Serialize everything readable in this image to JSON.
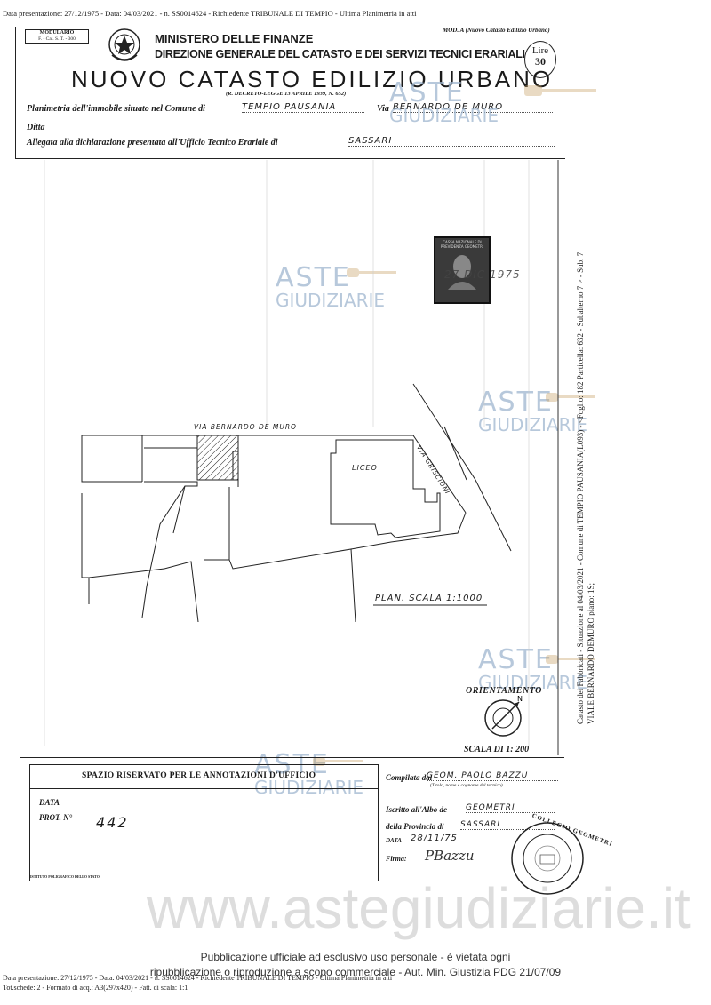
{
  "header_line": "Data presentazione: 27/12/1975 - Data: 04/03/2021 -  n. SS0014624 - Richiedente TRIBUNALE DI TEMPIO - Ultima Planimetria in atti",
  "modulario": {
    "line1": "MODULARIO",
    "line2": "F. - Cat. S. T. - 300"
  },
  "mod_a": "MOD. A (Nuovo Catasto Edilizio Urbano)",
  "ministry": "MINISTERO DELLE FINANZE",
  "direction": "DIREZIONE GENERALE DEL CATASTO E DEI SERVIZI TECNICI ERARIALI",
  "title": "NUOVO CATASTO EDILIZIO URBANO",
  "decree": "(R. DECRETO-LEGGE 13 APRILE 1939, N. 652)",
  "price": {
    "label": "Lire",
    "value": "30"
  },
  "fields": {
    "planimetria_label": "Planimetria dell'immobile situato nel Comune di",
    "comune": "TEMPIO PAUSANIA",
    "via_label": "Via",
    "via": "BERNARDO DE MURO",
    "ditta_label": "Ditta",
    "allegata_label": "Allegata alla dichiarazione presentata all'Ufficio Tecnico Erariale di",
    "ufficio": "SASSARI"
  },
  "watermark": {
    "line1": "ASTE",
    "line2": "GIUDIZIARIE"
  },
  "stamp": {
    "text": "CASSA NAZIONALE DI PREVIDENZA GEOMETRI",
    "date": "27 DIC 1975"
  },
  "side_text": {
    "line1": "Catasto dei Fabbricati - Situazione al 04/03/2021 - Comune di TEMPIO PAUSANIA(L093) - <Foglio: 182 Particella: 632 - Subalterno 7 > - Sub. 7",
    "line2": "VIALE BERNARDO DEMURO piano: 1S;"
  },
  "map": {
    "street_top": "VIA BERNARDO DE MURO",
    "street_diag": "VIA GRISCIONI",
    "liceo": "LICEO",
    "scale_plan": "PLAN. SCALA 1:1000"
  },
  "orientamento": "ORIENTAMENTO",
  "scala": "SCALA DI 1: 200",
  "ufficio_box": {
    "title": "SPAZIO RISERVATO PER LE ANNOTAZIONI D'UFFICIO",
    "data_label": "DATA",
    "prot_label": "PROT. N°",
    "prot_value": "442",
    "printer": "ISTITUTO POLIGRAFICO DELLO STATO"
  },
  "compilata": {
    "label": "Compilata dal",
    "value": "GEOM. PAOLO BAZZU",
    "note": "(Titolo, nome e cognome del tecnico)",
    "albo_label": "Iscritto all'Albo de",
    "albo_value": "GEOMETRI",
    "provincia_label": "della Provincia di",
    "provincia_value": "SASSARI",
    "data_label": "DATA",
    "data_value": "28/11/75",
    "firma_label": "Firma:",
    "firma_value": "PBazzu"
  },
  "seal_text": "COLLEGIO GEOMETRI",
  "big_watermark": "www.astegiudiziarie.it",
  "publication": {
    "line1": "Pubblicazione ufficiale ad esclusivo uso personale - è vietata ogni",
    "line2": "ripubblicazione o riproduzione a scopo commerciale - Aut. Min. Giustizia PDG 21/07/09"
  },
  "footer": {
    "line1": "Data presentazione: 27/12/1975 - Data: 04/03/2021 -  n. SS0014624 - Richiedente TRIBUNALE DI TEMPIO - Ultima Planimetria in atti",
    "line2": "Tot.schede: 2 - Formato di acq.: A3(297x420) - Fatt. di scala: 1:1"
  }
}
